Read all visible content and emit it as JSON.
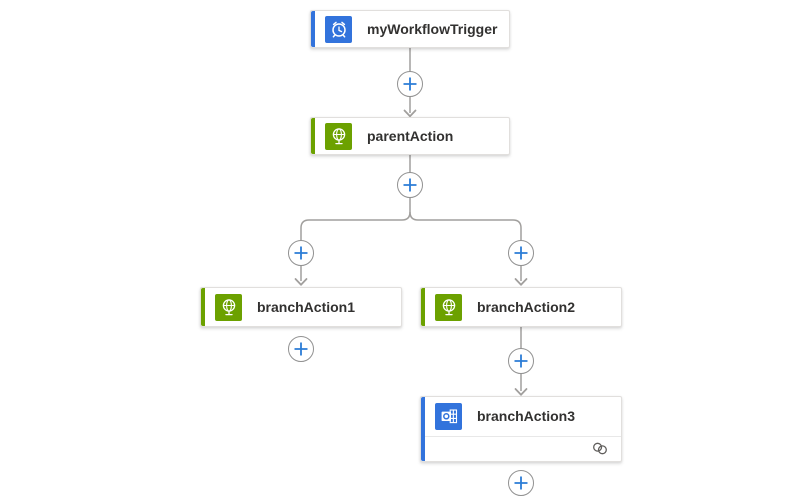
{
  "app": {
    "type": "logic-app-workflow-designer"
  },
  "colors": {
    "background": "#ffffff",
    "connector": "#a19f9d",
    "card_border": "#e1dfdd",
    "label_text": "#323130",
    "trigger_blue_accent": "#3273dc",
    "action_green_accent": "#6ca100",
    "action_blue_accent": "#3273dc",
    "plus_glyph": "#2b7cd6",
    "footer_icon": "#605e5c"
  },
  "nodes": {
    "trigger": {
      "label": "myWorkflowTrigger",
      "icon": "alarm-clock-icon",
      "accent": "#3273dc"
    },
    "parent": {
      "label": "parentAction",
      "icon": "globe-icon",
      "accent": "#6ca100"
    },
    "branch1": {
      "label": "branchAction1",
      "icon": "globe-icon",
      "accent": "#6ca100"
    },
    "branch2": {
      "label": "branchAction2",
      "icon": "globe-icon",
      "accent": "#6ca100"
    },
    "branch3": {
      "label": "branchAction3",
      "icon": "outlook-calendar-icon",
      "accent": "#3273dc",
      "footer_icon": "connection-icon"
    }
  },
  "edges": [
    {
      "from": "myWorkflowTrigger",
      "to": "parentAction"
    },
    {
      "from": "parentAction",
      "to": "branchAction1"
    },
    {
      "from": "parentAction",
      "to": "branchAction2"
    },
    {
      "from": "branchAction2",
      "to": "branchAction3"
    }
  ],
  "plus_buttons": {
    "count": 7
  }
}
